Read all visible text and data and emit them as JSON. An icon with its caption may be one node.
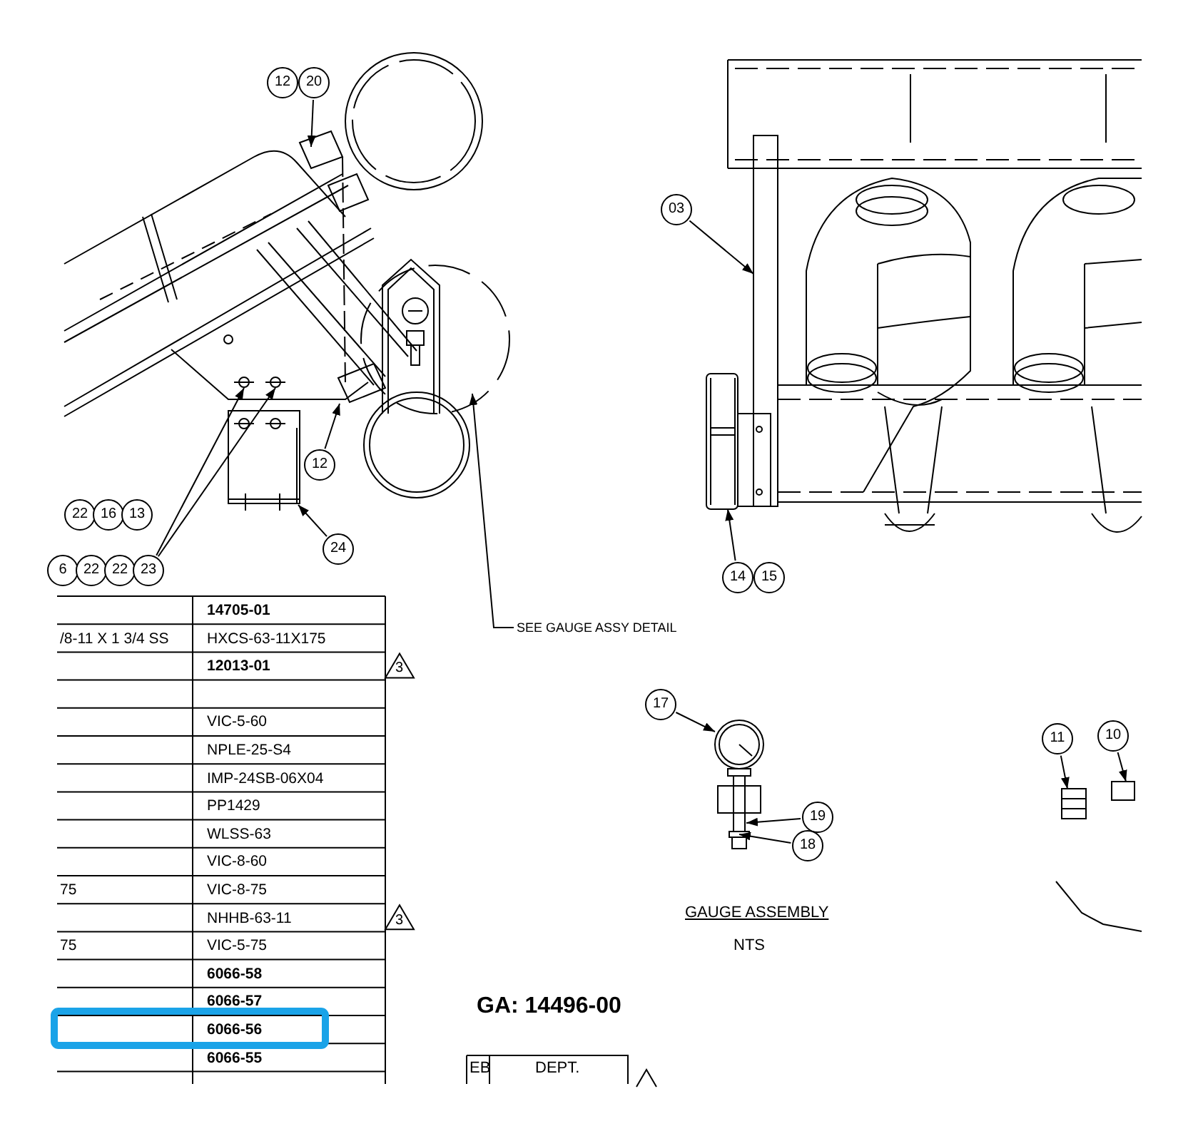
{
  "diagram": {
    "nodes": [
      {
        "text": [
          "12"
        ]
      },
      {
        "text": [
          "20"
        ]
      },
      {
        "text": [
          "12"
        ]
      },
      {
        "text": [
          "22"
        ]
      },
      {
        "text": [
          "16"
        ]
      },
      {
        "text": [
          "13"
        ]
      },
      {
        "text": [
          "6"
        ]
      },
      {
        "text": [
          "22"
        ]
      },
      {
        "text": [
          "22"
        ]
      },
      {
        "text": [
          "23"
        ]
      },
      {
        "text": [
          "24"
        ]
      },
      {
        "text": [
          "03"
        ]
      },
      {
        "text": [
          "14"
        ]
      },
      {
        "text": [
          "15"
        ]
      },
      {
        "text": [
          "SEE GAUGE ASSY DETAIL"
        ]
      },
      {
        "text": [
          "17"
        ]
      },
      {
        "text": [
          "19"
        ]
      },
      {
        "text": [
          "18"
        ]
      },
      {
        "text": [
          "11"
        ]
      },
      {
        "text": [
          "10"
        ]
      },
      {
        "text": [],
        "shape": "picture"
      },
      {
        "text": [],
        "shape": "picture"
      },
      {
        "text": [],
        "shape": "picture"
      },
      {
        "text": [],
        "shape": "picture"
      },
      {
        "text": [],
        "shape": "picture"
      },
      {
        "text": [],
        "shape": "box"
      }
    ],
    "edges": [
      {
        "from": 1,
        "to": null,
        "arrow": "to"
      },
      {
        "from": 2,
        "to": null,
        "arrow": "to"
      },
      {
        "from": 9,
        "to": 20,
        "arrow": "to"
      },
      {
        "from": 9,
        "to": 20,
        "arrow": "to"
      },
      {
        "from": 10,
        "to": 20,
        "arrow": "to"
      },
      {
        "from": 11,
        "to": null,
        "arrow": "to"
      },
      {
        "from": 12,
        "to": null,
        "arrow": "to"
      },
      {
        "from": 14,
        "to": null,
        "arrow": "to"
      },
      {
        "from": 15,
        "to": 21,
        "arrow": "to"
      },
      {
        "from": 16,
        "to": 22,
        "arrow": "to"
      },
      {
        "from": 17,
        "to": 23,
        "arrow": "to"
      },
      {
        "from": 18,
        "to": 24,
        "arrow": "to"
      },
      {
        "from": 19,
        "to": 25,
        "arrow": "to"
      }
    ],
    "labels": [
      "14705-01",
      "/8-11 X 1 3/4 SS",
      "HXCS-63-11X175",
      "12013-01",
      "3",
      "VIC-5-60",
      "NPLE-25-S4",
      "IMP-24SB-06X04",
      "PP1429",
      "WLSS-63",
      "VIC-8-60",
      "75",
      "VIC-8-75",
      "NHHB-63-11",
      "3",
      "75",
      "VIC-5-75",
      "6066-58",
      "6066-57",
      "6066-56",
      "6066-55",
      "GAUGE ASSEMBLY",
      "NTS",
      "GA: 14496-00",
      "EB",
      "DEPT."
    ]
  }
}
